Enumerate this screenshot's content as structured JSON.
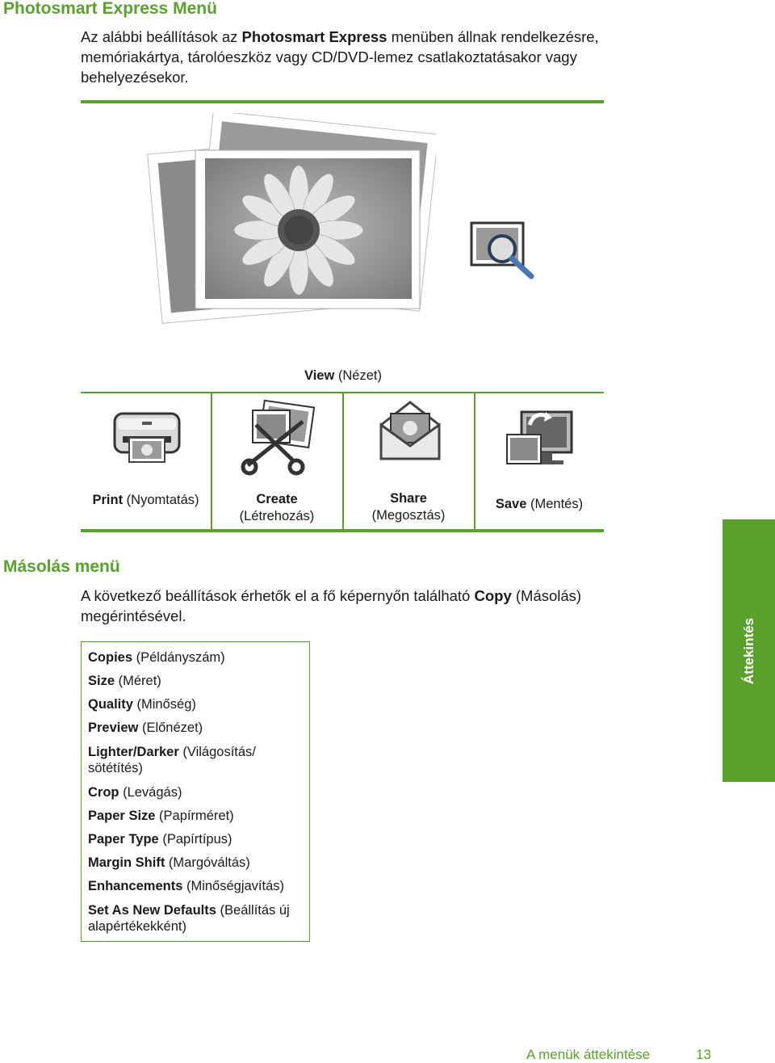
{
  "section1": {
    "title": "Photosmart Express Menü",
    "intro_pre": "Az alábbi beállítások az ",
    "intro_bold": "Photosmart Express",
    "intro_line1_post": " menüben állnak rendelkezésre,",
    "intro_line2": "memóriakártya, tárolóeszköz vagy CD/DVD-lemez csatlakoztatásakor vagy",
    "intro_line3": "behelyezésekor."
  },
  "menu": {
    "view": {
      "bold": "View",
      "rest": " (Nézet)"
    },
    "items": [
      {
        "bold": "Print",
        "rest": " (Nyomtatás)",
        "icon": "printer-icon"
      },
      {
        "bold": "Create",
        "rest": "(Létrehozás)",
        "icon": "scissors-photo-icon"
      },
      {
        "bold": "Share",
        "rest": "(Megosztás)",
        "icon": "envelope-photo-icon"
      },
      {
        "bold": "Save",
        "rest": " (Mentés)",
        "icon": "monitor-save-icon"
      }
    ]
  },
  "section2": {
    "title": "Másolás menü",
    "intro_pre": "A következő beállítások érhetők el a fő képernyőn található ",
    "intro_bold": "Copy",
    "intro_post": " (Másolás)",
    "intro_line2": "megérintésével."
  },
  "copy_options": [
    {
      "bold": "Copies",
      "rest": " (Példányszám)"
    },
    {
      "bold": "Size",
      "rest": " (Méret)"
    },
    {
      "bold": "Quality",
      "rest": " (Minőség)"
    },
    {
      "bold": "Preview",
      "rest": " (Előnézet)"
    },
    {
      "bold": "Lighter/Darker",
      "rest": " (Világosítás/",
      "rest2": "sötétítés)"
    },
    {
      "bold": "Crop",
      "rest": " (Levágás)"
    },
    {
      "bold": "Paper Size",
      "rest": " (Papírméret)"
    },
    {
      "bold": "Paper Type",
      "rest": " (Papírtípus)"
    },
    {
      "bold": "Margin Shift",
      "rest": " (Margóváltás)"
    },
    {
      "bold": "Enhancements",
      "rest": " (Minőségjavítás)"
    },
    {
      "bold": "Set As New Defaults",
      "rest": " (Beállítás új",
      "rest2": "alapértékekként)"
    }
  ],
  "side_tab": "Áttekintés",
  "footer": {
    "title": "A menük áttekintése",
    "page": "13"
  },
  "colors": {
    "accent": "#5aa02c"
  }
}
